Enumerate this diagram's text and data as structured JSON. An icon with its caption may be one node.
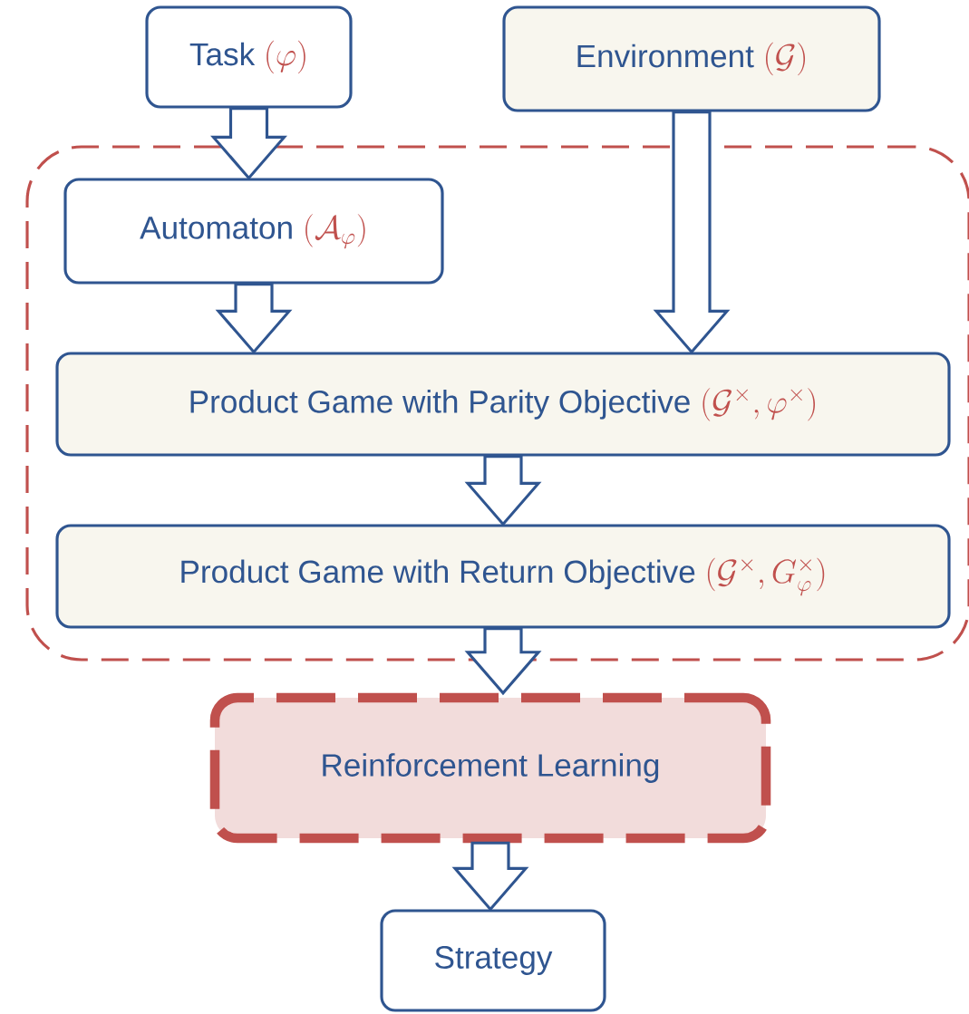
{
  "diagram": {
    "nodes": [
      {
        "text": [
          "Task",
          "(\\varphi)"
        ]
      },
      {
        "text": [
          "Environment",
          "(\\mathcal{G})"
        ]
      },
      {
        "text": [],
        "shape": "box"
      },
      {
        "text": [
          "Automaton",
          "(\\mathcal{A}_{\\varphi})"
        ],
        "in": 2
      },
      {
        "text": [
          "Product Game with Parity Objective",
          "(\\mathcal{G}^{\\times}, \\varphi^{\\times})"
        ],
        "in": 2
      },
      {
        "text": [
          "Product Game with Return Objective",
          "(\\mathcal{G}^{\\times}, G_{\\varphi}^{\\times})"
        ],
        "in": 2
      },
      {
        "text": [
          "Reinforcement Learning"
        ]
      },
      {
        "text": [
          "Strategy"
        ]
      }
    ],
    "edges": [
      {
        "from": 0,
        "to": 3,
        "arrow": "to"
      },
      {
        "from": 1,
        "to": 4,
        "arrow": "to"
      },
      {
        "from": 3,
        "to": 4,
        "arrow": "to"
      },
      {
        "from": 4,
        "to": 5,
        "arrow": "to"
      },
      {
        "from": 5,
        "to": 6,
        "arrow": "to"
      },
      {
        "from": 6,
        "to": 7,
        "arrow": "to"
      }
    ]
  }
}
